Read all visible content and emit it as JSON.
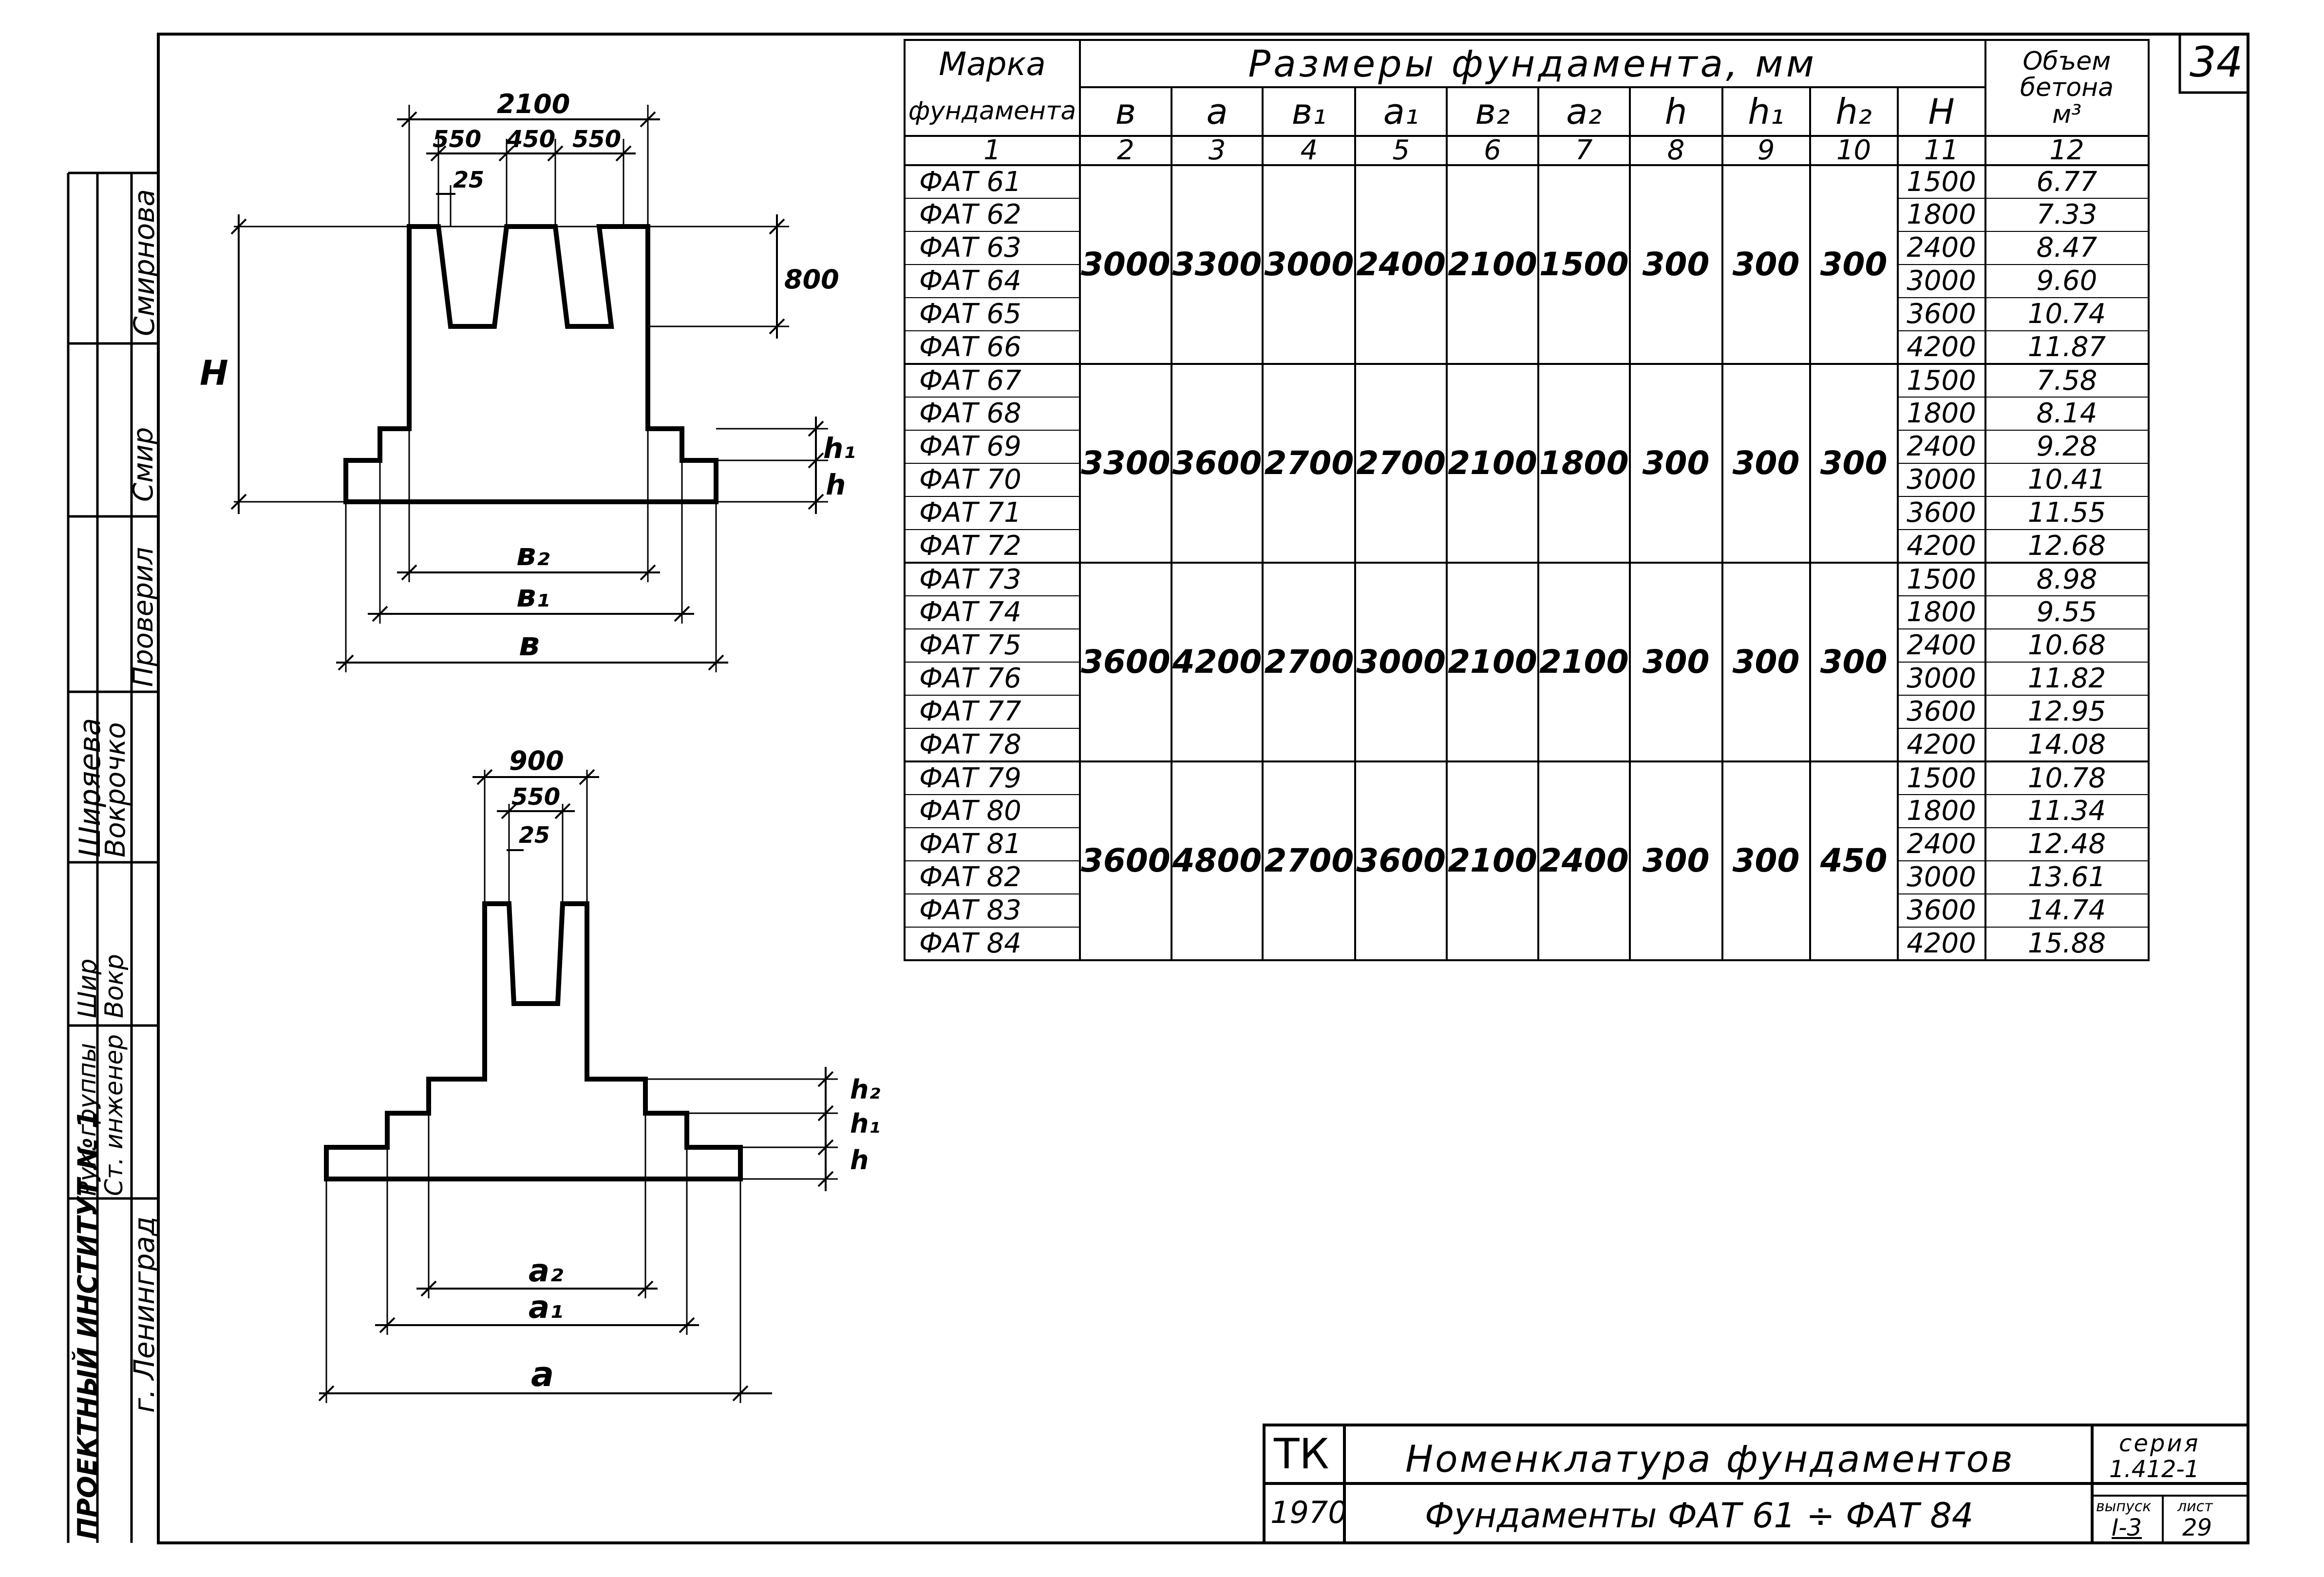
{
  "sheet_number": "34",
  "stamp": {
    "institute": "ПРОЕКТНЫЙ ИНСТИТУТ № 1",
    "city": "г. Ленинград",
    "roles": [
      {
        "role": "Рук. группы",
        "name": "Ширяева",
        "sig": "Шир"
      },
      {
        "role": "Ст. инженер",
        "name": "Вокрочко",
        "sig": "Вокр"
      },
      {
        "role": "Проверил",
        "name": "Смирнова",
        "sig": "Смир"
      }
    ]
  },
  "drawing_top": {
    "dims": [
      "2100",
      "550",
      "450",
      "550",
      "25",
      "800"
    ],
    "labels": [
      "H",
      "h₁",
      "h",
      "в₂",
      "в₁",
      "в"
    ]
  },
  "drawing_bottom": {
    "dims": [
      "900",
      "550",
      "25"
    ],
    "labels": [
      "h₂",
      "h₁",
      "h",
      "a₂",
      "a₁",
      "a"
    ]
  },
  "table": {
    "head_mark": [
      "Марка",
      "фундамента"
    ],
    "head_dims": "Размеры    фундамента,   мм",
    "head_volume": [
      "Объем",
      "бетона",
      "м³"
    ],
    "symbols": [
      "в",
      "a",
      "в₁",
      "a₁",
      "в₂",
      "a₂",
      "h",
      "h₁",
      "h₂",
      "H"
    ],
    "col_numbers": [
      "1",
      "2",
      "3",
      "4",
      "5",
      "6",
      "7",
      "8",
      "9",
      "10",
      "11",
      "12"
    ],
    "groups": [
      {
        "dims": [
          "3000",
          "3300",
          "3000",
          "2400",
          "2100",
          "1500",
          "300",
          "300",
          "300"
        ],
        "rows": [
          {
            "mark": "ФАТ 61",
            "H": "1500",
            "vol": "6.77"
          },
          {
            "mark": "ФАТ 62",
            "H": "1800",
            "vol": "7.33"
          },
          {
            "mark": "ФАТ 63",
            "H": "2400",
            "vol": "8.47"
          },
          {
            "mark": "ФАТ 64",
            "H": "3000",
            "vol": "9.60"
          },
          {
            "mark": "ФАТ 65",
            "H": "3600",
            "vol": "10.74"
          },
          {
            "mark": "ФАТ 66",
            "H": "4200",
            "vol": "11.87"
          }
        ]
      },
      {
        "dims": [
          "3300",
          "3600",
          "2700",
          "2700",
          "2100",
          "1800",
          "300",
          "300",
          "300"
        ],
        "rows": [
          {
            "mark": "ФАТ 67",
            "H": "1500",
            "vol": "7.58"
          },
          {
            "mark": "ФАТ 68",
            "H": "1800",
            "vol": "8.14"
          },
          {
            "mark": "ФАТ 69",
            "H": "2400",
            "vol": "9.28"
          },
          {
            "mark": "ФАТ 70",
            "H": "3000",
            "vol": "10.41"
          },
          {
            "mark": "ФАТ 71",
            "H": "3600",
            "vol": "11.55"
          },
          {
            "mark": "ФАТ 72",
            "H": "4200",
            "vol": "12.68"
          }
        ]
      },
      {
        "dims": [
          "3600",
          "4200",
          "2700",
          "3000",
          "2100",
          "2100",
          "300",
          "300",
          "300"
        ],
        "rows": [
          {
            "mark": "ФАТ 73",
            "H": "1500",
            "vol": "8.98"
          },
          {
            "mark": "ФАТ 74",
            "H": "1800",
            "vol": "9.55"
          },
          {
            "mark": "ФАТ 75",
            "H": "2400",
            "vol": "10.68"
          },
          {
            "mark": "ФАТ 76",
            "H": "3000",
            "vol": "11.82"
          },
          {
            "mark": "ФАТ 77",
            "H": "3600",
            "vol": "12.95"
          },
          {
            "mark": "ФАТ 78",
            "H": "4200",
            "vol": "14.08"
          }
        ]
      },
      {
        "dims": [
          "3600",
          "4800",
          "2700",
          "3600",
          "2100",
          "2400",
          "300",
          "300",
          "450"
        ],
        "rows": [
          {
            "mark": "ФАТ 79",
            "H": "1500",
            "vol": "10.78"
          },
          {
            "mark": "ФАТ 80",
            "H": "1800",
            "vol": "11.34"
          },
          {
            "mark": "ФАТ 81",
            "H": "2400",
            "vol": "12.48"
          },
          {
            "mark": "ФАТ 82",
            "H": "3000",
            "vol": "13.61"
          },
          {
            "mark": "ФАТ 83",
            "H": "3600",
            "vol": "14.74"
          },
          {
            "mark": "ФАТ 84",
            "H": "4200",
            "vol": "15.88"
          }
        ]
      }
    ]
  },
  "title_block": {
    "org": "ТК",
    "year": "1970",
    "title": "Номенклатура фундаментов",
    "subtitle": "Фундаменты ФАТ 61 ÷ ФАТ 84",
    "series_label": "серия",
    "series_value": "1.412-1",
    "issue_label": "выпуск",
    "issue_value": "I-3",
    "sheet_label": "лист",
    "sheet_value": "29"
  }
}
